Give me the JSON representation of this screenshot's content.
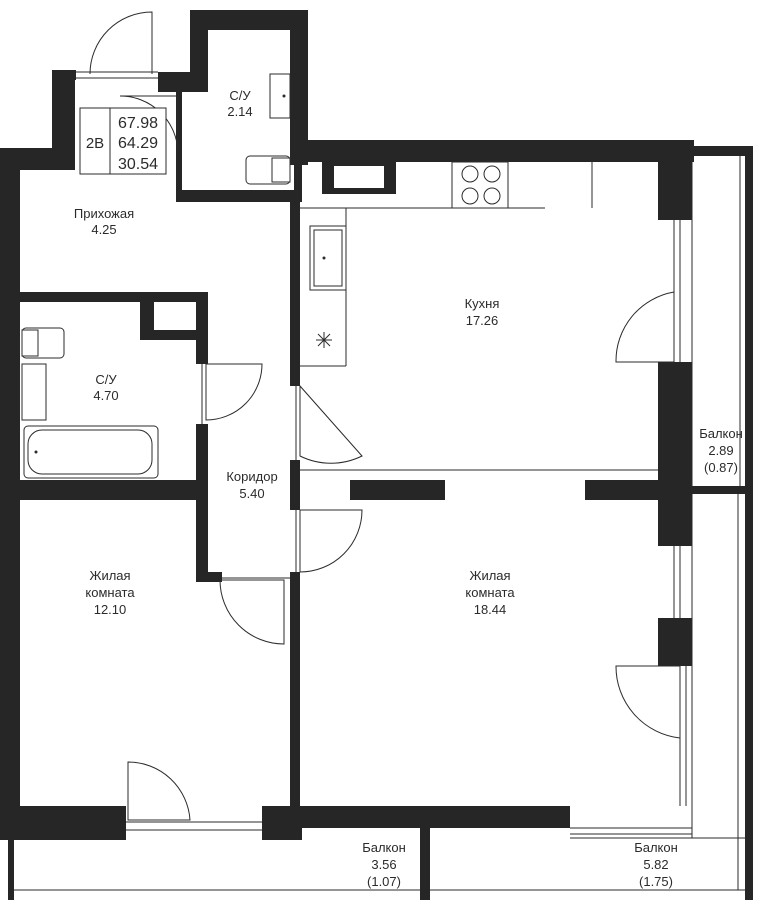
{
  "summary": {
    "type": "2В",
    "total_area": "67.98",
    "living_area": "64.29",
    "rooms_area": "30.54"
  },
  "rooms": {
    "bath_small": {
      "name": "С/У",
      "area": "2.14"
    },
    "hall": {
      "name": "Прихожая",
      "area": "4.25"
    },
    "kitchen": {
      "name": "Кухня",
      "area": "17.26"
    },
    "bath_large": {
      "name": "С/У",
      "area": "4.70"
    },
    "corridor": {
      "name": "Коридор",
      "area": "5.40"
    },
    "bedroom_left": {
      "name_line1": "Жилая",
      "name_line2": "комната",
      "area": "12.10"
    },
    "bedroom_right": {
      "name_line1": "Жилая",
      "name_line2": "комната",
      "area": "18.44"
    },
    "balcony_kitchen": {
      "name": "Балкон",
      "area": "2.89",
      "area_coef": "(0.87)"
    },
    "balcony_bottom_left": {
      "name": "Балкон",
      "area": "3.56",
      "area_coef": "(1.07)"
    },
    "balcony_bottom_right": {
      "name": "Балкон",
      "area": "5.82",
      "area_coef": "(1.75)"
    }
  },
  "colors": {
    "wall": "#262626",
    "line": "#2b2b2b",
    "background": "#ffffff"
  }
}
